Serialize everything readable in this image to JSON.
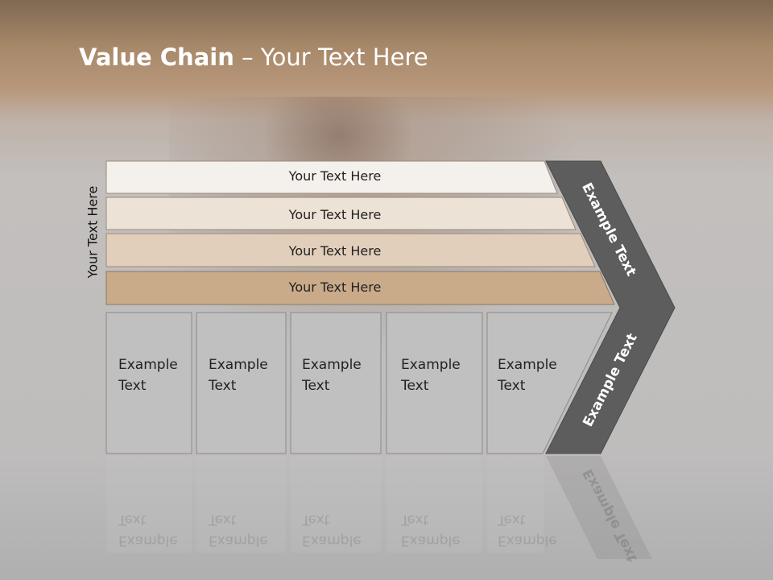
{
  "slide": {
    "title_bold": "Value Chain",
    "title_rest": " – Your Text Here",
    "vertical_label": "Your Text Here"
  },
  "rows": [
    {
      "label": "Your Text Here",
      "fill": "#f4f0ec"
    },
    {
      "label": "Your Text Here",
      "fill": "#ede2d6"
    },
    {
      "label": "Your Text Here",
      "fill": "#e1cfbb"
    },
    {
      "label": "Your Text Here",
      "fill": "#c9aa89"
    }
  ],
  "boxes": [
    {
      "line1": "Example",
      "line2": "Text"
    },
    {
      "line1": "Example",
      "line2": "Text"
    },
    {
      "line1": "Example",
      "line2": "Text"
    },
    {
      "line1": "Example",
      "line2": "Text"
    },
    {
      "line1": "Example",
      "line2": "Text"
    }
  ],
  "arrow": {
    "top_text": "Example Text",
    "bottom_text": "Example Text",
    "fill": "#5d5d5d"
  },
  "colors": {
    "box_fill": "#c0c0c0",
    "box_border": "#8a8a8a"
  }
}
